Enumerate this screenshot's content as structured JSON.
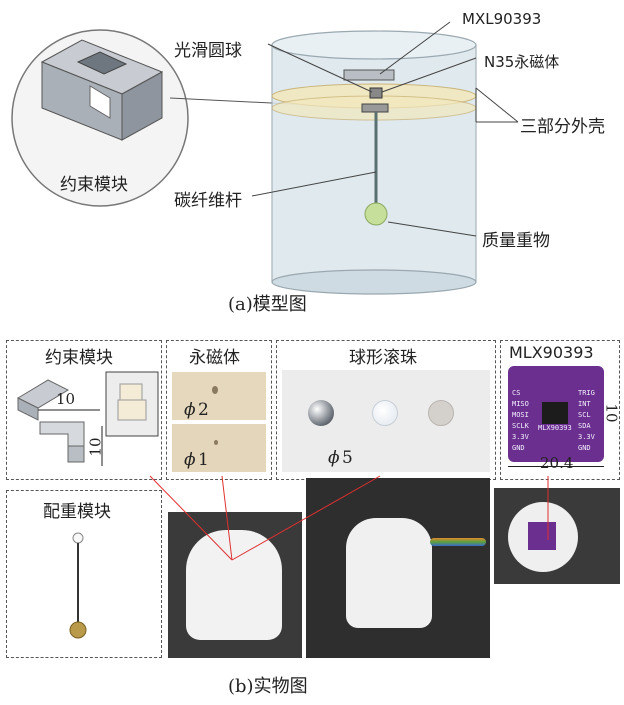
{
  "figure_a": {
    "caption": "(a)模型图",
    "callout_label": "约束模块",
    "labels": {
      "smooth_ball": "光滑圆球",
      "mxl_chip": "MXL90393",
      "magnet": "N35永磁体",
      "shell": "三部分外壳",
      "carbon_rod": "碳纤维杆",
      "weight": "质量重物"
    }
  },
  "figure_b": {
    "caption": "(b)实物图",
    "panels": {
      "constraint": {
        "title": "约束模块",
        "dim_width": "10",
        "dim_height": "10"
      },
      "magnet": {
        "title": "永磁体",
        "dia_top": "2",
        "dia_bottom": "1"
      },
      "balls": {
        "title": "球形滚珠",
        "dia": "5"
      },
      "mlx": {
        "title": "MLX90393",
        "dim_width": "20.4",
        "dim_height": "10",
        "pins_left": [
          "CS",
          "MISO",
          "MOSI",
          "SCLK",
          "3.3V",
          "GND"
        ],
        "pins_right": [
          "TRIG",
          "INT",
          "SCL",
          "SDA",
          "3.3V",
          "GND"
        ],
        "chip_text": "MLX90393"
      },
      "counterweight": {
        "title": "配重模块"
      }
    },
    "phi_symbol": "ϕ"
  },
  "colors": {
    "shell_fill": "#d8e4ea",
    "ring": "#efe3b0",
    "ball": "#c8e0a0",
    "board": "#6a2f8f"
  }
}
